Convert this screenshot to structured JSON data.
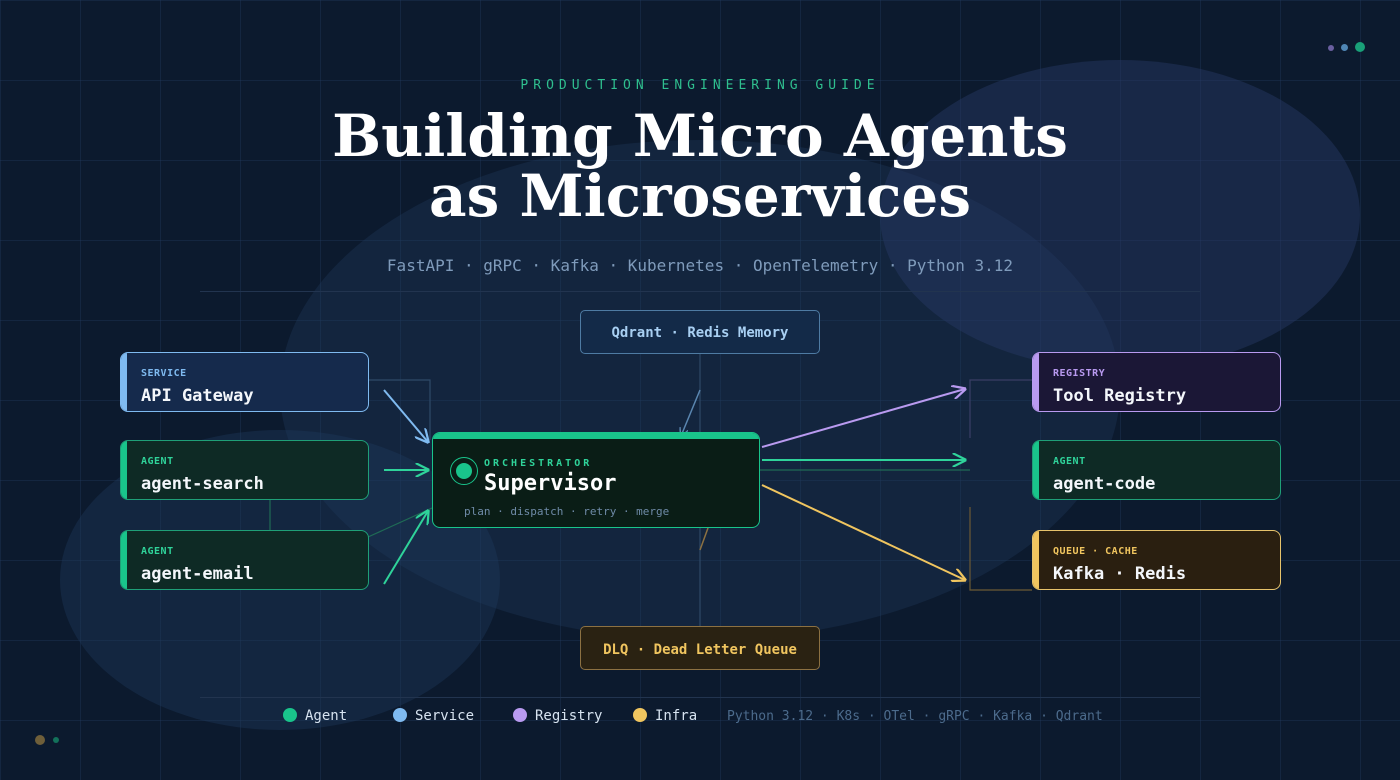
{
  "header": {
    "eyebrow": "PRODUCTION ENGINEERING GUIDE",
    "title_line1": "Building Micro Agents",
    "title_line2": "as Microservices",
    "subtitle": "FastAPI · gRPC · Kafka · Kubernetes · OpenTelemetry · Python 3.12"
  },
  "diagram": {
    "memory_store": "Qdrant · Redis Memory",
    "dlq_store": "DLQ · Dead Letter Queue",
    "orchestrator": {
      "tag": "ORCHESTRATOR",
      "name": "Supervisor",
      "description": "plan · dispatch · retry · merge"
    },
    "left_nodes": [
      {
        "tag": "SERVICE",
        "name": "API Gateway"
      },
      {
        "tag": "AGENT",
        "name": "agent-search"
      },
      {
        "tag": "AGENT",
        "name": "agent-email"
      }
    ],
    "right_nodes": [
      {
        "tag": "REGISTRY",
        "name": "Tool Registry"
      },
      {
        "tag": "AGENT",
        "name": "agent-code"
      },
      {
        "tag": "QUEUE · CACHE",
        "name": "Kafka · Redis"
      }
    ]
  },
  "legend": {
    "items": [
      {
        "label": "Agent",
        "color": "#19c48b"
      },
      {
        "label": "Service",
        "color": "#7fbaf0"
      },
      {
        "label": "Registry",
        "color": "#b99af0"
      },
      {
        "label": "Infra",
        "color": "#f0c55f"
      }
    ],
    "stack_text": "Python 3.12 · K8s · OTel · gRPC · Kafka · Qdrant"
  },
  "colors": {
    "background": "#0c1a2e",
    "accent_green": "#19c48b",
    "service_blue": "#7fbaf0",
    "registry_purple": "#b99af0",
    "infra_yellow": "#f0c55f"
  }
}
